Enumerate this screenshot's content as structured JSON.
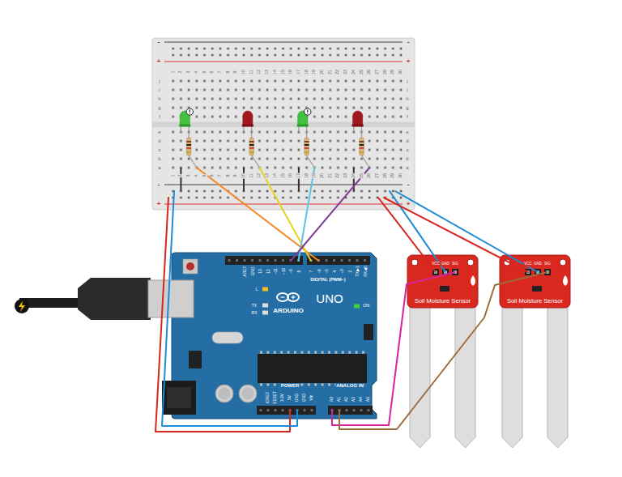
{
  "diagram": {
    "nodes": [
      {
        "text": [
          "ARDUINO",
          "UNO"
        ]
      },
      {
        "text": [
          "Soil Moisture Sensor"
        ]
      },
      {
        "text": [
          "Soil Moisture Sensor"
        ]
      }
    ],
    "edges": [
      {
        "from": 1,
        "to": 0,
        "arrow": "none"
      },
      {
        "from": 2,
        "to": 0,
        "arrow": "none"
      }
    ],
    "labels": [
      "-",
      "-",
      "+",
      "+",
      "1",
      "2",
      "3",
      "4",
      "5",
      "6",
      "7",
      "8",
      "9",
      "10",
      "11",
      "12",
      "13",
      "14",
      "15",
      "16",
      "17",
      "18",
      "19",
      "20",
      "21",
      "22",
      "23",
      "24",
      "25",
      "26",
      "27",
      "28",
      "29",
      "30",
      "j",
      "i",
      "h",
      "g",
      "f",
      "j",
      "i",
      "h",
      "g",
      "f",
      "e",
      "d",
      "c",
      "b",
      "a",
      "e",
      "d",
      "c",
      "b",
      "a",
      "1",
      "2",
      "3",
      "4",
      "5",
      "6",
      "7",
      "8",
      "9",
      "10",
      "11",
      "12",
      "13",
      "14",
      "15",
      "16",
      "17",
      "18",
      "19",
      "20",
      "21",
      "22",
      "23",
      "24",
      "25",
      "26",
      "27",
      "28",
      "29",
      "30",
      "-",
      "-",
      "+",
      "+",
      "AREF",
      "GND",
      "13",
      "12",
      "~11",
      "~10",
      "~9",
      "8",
      "7",
      "~6",
      "~5",
      "4",
      "~3",
      "2",
      "TX▶1",
      "RX◀0",
      "DIGITAL (PWM~)",
      "L",
      "TX",
      "RX",
      "ON",
      "POWER",
      "ANALOG IN",
      "IOREF",
      "RESET",
      "3.3V",
      "5V",
      "GND",
      "GND",
      "Vin",
      "A0",
      "A1",
      "A2",
      "A3",
      "A4",
      "A5",
      "VCC",
      "GND",
      "SIG",
      "VCC",
      "GND",
      "SIG"
    ]
  }
}
